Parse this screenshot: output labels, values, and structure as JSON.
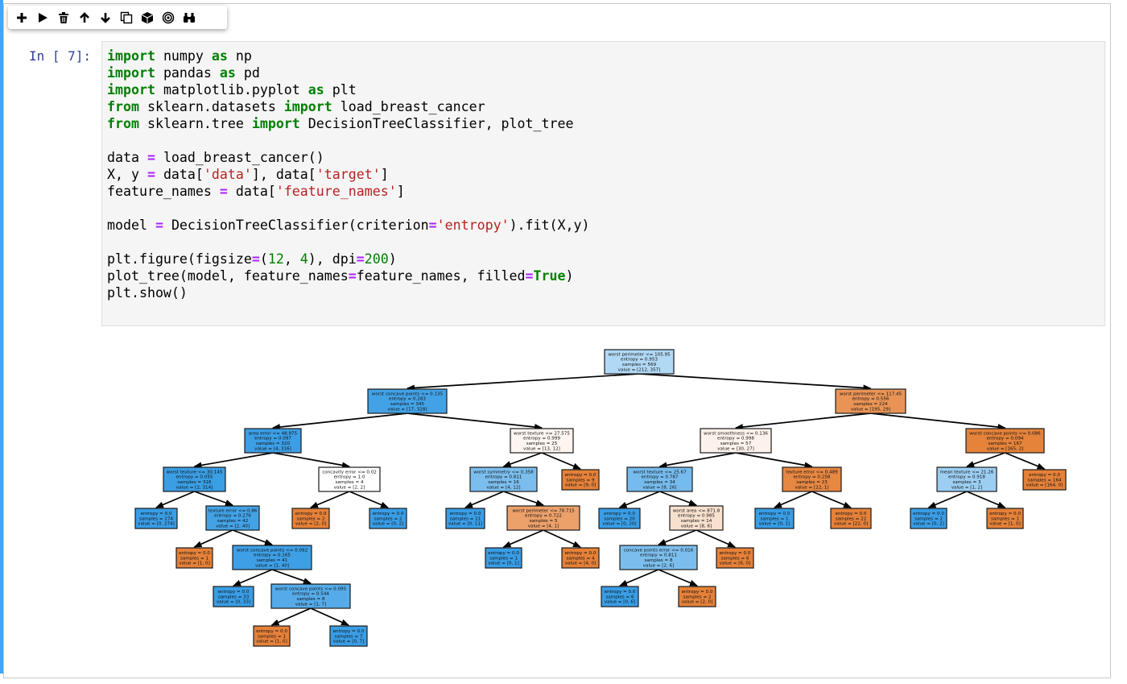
{
  "toolbar": {
    "buttons": [
      {
        "name": "insert-cell-button",
        "icon": "plus-icon"
      },
      {
        "name": "run-cell-button",
        "icon": "play-icon"
      },
      {
        "name": "delete-cell-button",
        "icon": "trash-icon"
      },
      {
        "name": "move-up-button",
        "icon": "arrow-up-icon"
      },
      {
        "name": "move-down-button",
        "icon": "arrow-down-icon"
      },
      {
        "name": "copy-cell-button",
        "icon": "copy-icon"
      },
      {
        "name": "package-button",
        "icon": "cube-icon"
      },
      {
        "name": "target-button",
        "icon": "target-icon"
      },
      {
        "name": "find-button",
        "icon": "binoculars-icon"
      }
    ]
  },
  "cell": {
    "prompt": "In [ 7]:",
    "code_lines": [
      "import numpy as np",
      "import pandas as pd",
      "import matplotlib.pyplot as plt",
      "from sklearn.datasets import load_breast_cancer",
      "from sklearn.tree import DecisionTreeClassifier, plot_tree",
      "",
      "data = load_breast_cancer()",
      "X, y = data['data'], data['target']",
      "feature_names = data['feature_names']",
      "",
      "model = DecisionTreeClassifier(criterion='entropy').fit(X,y)",
      "",
      "plt.figure(figsize=(12, 4), dpi=200)",
      "plot_tree(model, feature_names=feature_names, filled=True)",
      "plt.show()"
    ]
  },
  "colors": {
    "cell_accent": "#42a5f5",
    "prompt": "#303f9f",
    "keyword": "#008000",
    "operator": "#aa22ff",
    "string": "#ba2121",
    "class_0_node": "#e58139",
    "class_1_node": "#399de5"
  },
  "tree": {
    "nodes": [
      {
        "id": 0,
        "lines": [
          "worst perimeter <= 105.95",
          "entropy = 0.953",
          "samples = 569",
          "value = [212, 357]"
        ],
        "fill": "#b1d9f5"
      },
      {
        "id": 1,
        "parent": 0,
        "lines": [
          "worst concave points <= 0.135",
          "entropy = 0.283",
          "samples = 345",
          "value = [17, 328]"
        ],
        "fill": "#43a2e6"
      },
      {
        "id": 2,
        "parent": 1,
        "lines": [
          "area error <= 48.975",
          "entropy = 0.097",
          "samples = 320",
          "value = [4, 316]"
        ],
        "fill": "#3c9ee5"
      },
      {
        "id": 3,
        "parent": 2,
        "lines": [
          "worst texture <= 30.145",
          "entropy = 0.055",
          "samples = 316",
          "value = [2, 314]"
        ],
        "fill": "#3a9ee5"
      },
      {
        "id": 4,
        "parent": 3,
        "lines": [
          "entropy = 0.0",
          "samples = 274",
          "value = [0, 274]"
        ],
        "fill": "#399de5"
      },
      {
        "id": 5,
        "parent": 3,
        "lines": [
          "texture error <= 0.86",
          "entropy = 0.276",
          "samples = 42",
          "value = [2, 40]"
        ],
        "fill": "#43a2e6"
      },
      {
        "id": 6,
        "parent": 5,
        "lines": [
          "entropy = 0.0",
          "samples = 1",
          "value = [1, 0]"
        ],
        "fill": "#e58139"
      },
      {
        "id": 7,
        "parent": 5,
        "lines": [
          "worst concave points <= 0.092",
          "entropy = 0.165",
          "samples = 41",
          "value = [1, 40]"
        ],
        "fill": "#3e9fe6"
      },
      {
        "id": 8,
        "parent": 7,
        "lines": [
          "entropy = 0.0",
          "samples = 33",
          "value = [0, 33]"
        ],
        "fill": "#399de5"
      },
      {
        "id": 9,
        "parent": 7,
        "lines": [
          "worst concave points <= 0.095",
          "entropy = 0.544",
          "samples = 8",
          "value = [1, 7]"
        ],
        "fill": "#55abe9"
      },
      {
        "id": 10,
        "parent": 9,
        "lines": [
          "entropy = 0.0",
          "samples = 1",
          "value = [1, 0]"
        ],
        "fill": "#e58139"
      },
      {
        "id": 11,
        "parent": 9,
        "lines": [
          "entropy = 0.0",
          "samples = 7",
          "value = [0, 7]"
        ],
        "fill": "#399de5"
      },
      {
        "id": 12,
        "parent": 2,
        "lines": [
          "concavity error <= 0.02",
          "entropy = 1.0",
          "samples = 4",
          "value = [2, 2]"
        ],
        "fill": "#ffffff"
      },
      {
        "id": 13,
        "parent": 12,
        "lines": [
          "entropy = 0.0",
          "samples = 2",
          "value = [2, 0]"
        ],
        "fill": "#e58139"
      },
      {
        "id": 14,
        "parent": 12,
        "lines": [
          "entropy = 0.0",
          "samples = 2",
          "value = [0, 2]"
        ],
        "fill": "#399de5"
      },
      {
        "id": 15,
        "parent": 1,
        "lines": [
          "worst texture <= 27.575",
          "entropy = 0.999",
          "samples = 25",
          "value = [13, 12]"
        ],
        "fill": "#fdf5f0"
      },
      {
        "id": 16,
        "parent": 15,
        "lines": [
          "worst symmetry <= 0.358",
          "entropy = 0.811",
          "samples = 16",
          "value = [4, 12]"
        ],
        "fill": "#7bbeee"
      },
      {
        "id": 17,
        "parent": 16,
        "lines": [
          "entropy = 0.0",
          "samples = 11",
          "value = [0, 11]"
        ],
        "fill": "#399de5"
      },
      {
        "id": 18,
        "parent": 16,
        "lines": [
          "worst perimeter <= 78.715",
          "entropy = 0.722",
          "samples = 5",
          "value = [4, 1]"
        ],
        "fill": "#eca06a"
      },
      {
        "id": 19,
        "parent": 18,
        "lines": [
          "entropy = 0.0",
          "samples = 1",
          "value = [0, 1]"
        ],
        "fill": "#399de5"
      },
      {
        "id": 20,
        "parent": 18,
        "lines": [
          "entropy = 0.0",
          "samples = 4",
          "value = [4, 0]"
        ],
        "fill": "#e58139"
      },
      {
        "id": 21,
        "parent": 15,
        "lines": [
          "entropy = 0.0",
          "samples = 9",
          "value = [9, 0]"
        ],
        "fill": "#e58139"
      },
      {
        "id": 22,
        "parent": 0,
        "lines": [
          "worst perimeter <= 117.45",
          "entropy = 0.556",
          "samples = 224",
          "value = [195, 29]"
        ],
        "fill": "#e99456"
      },
      {
        "id": 23,
        "parent": 22,
        "lines": [
          "worst smoothness <= 0.136",
          "entropy = 0.998",
          "samples = 57",
          "value = [30, 27]"
        ],
        "fill": "#fcf2eb"
      },
      {
        "id": 24,
        "parent": 23,
        "lines": [
          "worst texture <= 25.67",
          "entropy = 0.787",
          "samples = 34",
          "value = [8, 26]"
        ],
        "fill": "#76bbed"
      },
      {
        "id": 25,
        "parent": 24,
        "lines": [
          "entropy = 0.0",
          "samples = 20",
          "value = [0, 20]"
        ],
        "fill": "#399de5"
      },
      {
        "id": 26,
        "parent": 24,
        "lines": [
          "worst area <= 871.8",
          "entropy = 0.985",
          "samples = 14",
          "value = [8, 6]"
        ],
        "fill": "#f8e0ce"
      },
      {
        "id": 27,
        "parent": 26,
        "lines": [
          "concave points error <= 0.016",
          "entropy = 0.811",
          "samples = 8",
          "value = [2, 6]"
        ],
        "fill": "#7bbeee"
      },
      {
        "id": 28,
        "parent": 27,
        "lines": [
          "entropy = 0.0",
          "samples = 6",
          "value = [0, 6]"
        ],
        "fill": "#399de5"
      },
      {
        "id": 29,
        "parent": 27,
        "lines": [
          "entropy = 0.0",
          "samples = 2",
          "value = [2, 0]"
        ],
        "fill": "#e58139"
      },
      {
        "id": 30,
        "parent": 26,
        "lines": [
          "entropy = 0.0",
          "samples = 6",
          "value = [6, 0]"
        ],
        "fill": "#e58139"
      },
      {
        "id": 31,
        "parent": 23,
        "lines": [
          "texture error <= 0.489",
          "entropy = 0.258",
          "samples = 23",
          "value = [22, 1]"
        ],
        "fill": "#e68742"
      },
      {
        "id": 32,
        "parent": 31,
        "lines": [
          "entropy = 0.0",
          "samples = 1",
          "value = [0, 1]"
        ],
        "fill": "#399de5"
      },
      {
        "id": 33,
        "parent": 31,
        "lines": [
          "entropy = 0.0",
          "samples = 22",
          "value = [22, 0]"
        ],
        "fill": "#e58139"
      },
      {
        "id": 34,
        "parent": 22,
        "lines": [
          "worst concave points <= 0.086",
          "entropy = 0.094",
          "samples = 167",
          "value = [165, 2]"
        ],
        "fill": "#e5833b"
      },
      {
        "id": 35,
        "parent": 34,
        "lines": [
          "mean texture <= 21.26",
          "entropy = 0.918",
          "samples = 3",
          "value = [1, 2]"
        ],
        "fill": "#9ccef2"
      },
      {
        "id": 36,
        "parent": 35,
        "lines": [
          "entropy = 0.0",
          "samples = 2",
          "value = [0, 2]"
        ],
        "fill": "#399de5"
      },
      {
        "id": 37,
        "parent": 35,
        "lines": [
          "entropy = 0.0",
          "samples = 1",
          "value = [1, 0]"
        ],
        "fill": "#e58139"
      },
      {
        "id": 38,
        "parent": 34,
        "lines": [
          "entropy = 0.0",
          "samples = 164",
          "value = [164, 0]"
        ],
        "fill": "#e58139"
      }
    ]
  }
}
